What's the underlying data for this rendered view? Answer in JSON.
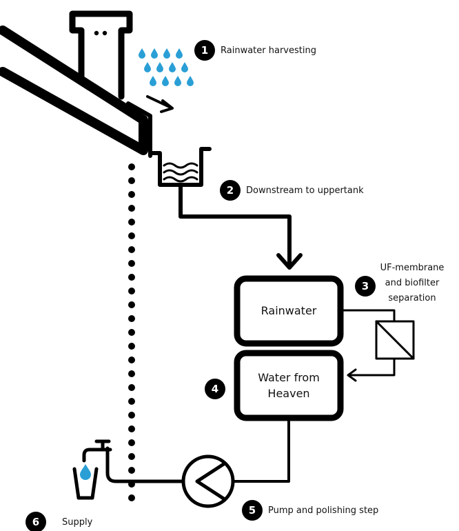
{
  "steps": [
    {
      "number": "1",
      "label": "Rainwater harvesting"
    },
    {
      "number": "2",
      "label": "Downstream to uppertank"
    },
    {
      "number": "3",
      "label_lines": [
        "UF-membrane",
        "and biofilter",
        "separation"
      ]
    },
    {
      "number": "4",
      "label": ""
    },
    {
      "number": "5",
      "label": "Pump and polishing step"
    },
    {
      "number": "6",
      "label": "Supply"
    }
  ],
  "tanks": {
    "upper": {
      "label": "Rainwater"
    },
    "lower": {
      "label_lines": [
        "Water from",
        "Heaven"
      ]
    }
  },
  "colors": {
    "rain": "#2a9fd6",
    "ink": "#000000",
    "background": "#ffffff"
  }
}
